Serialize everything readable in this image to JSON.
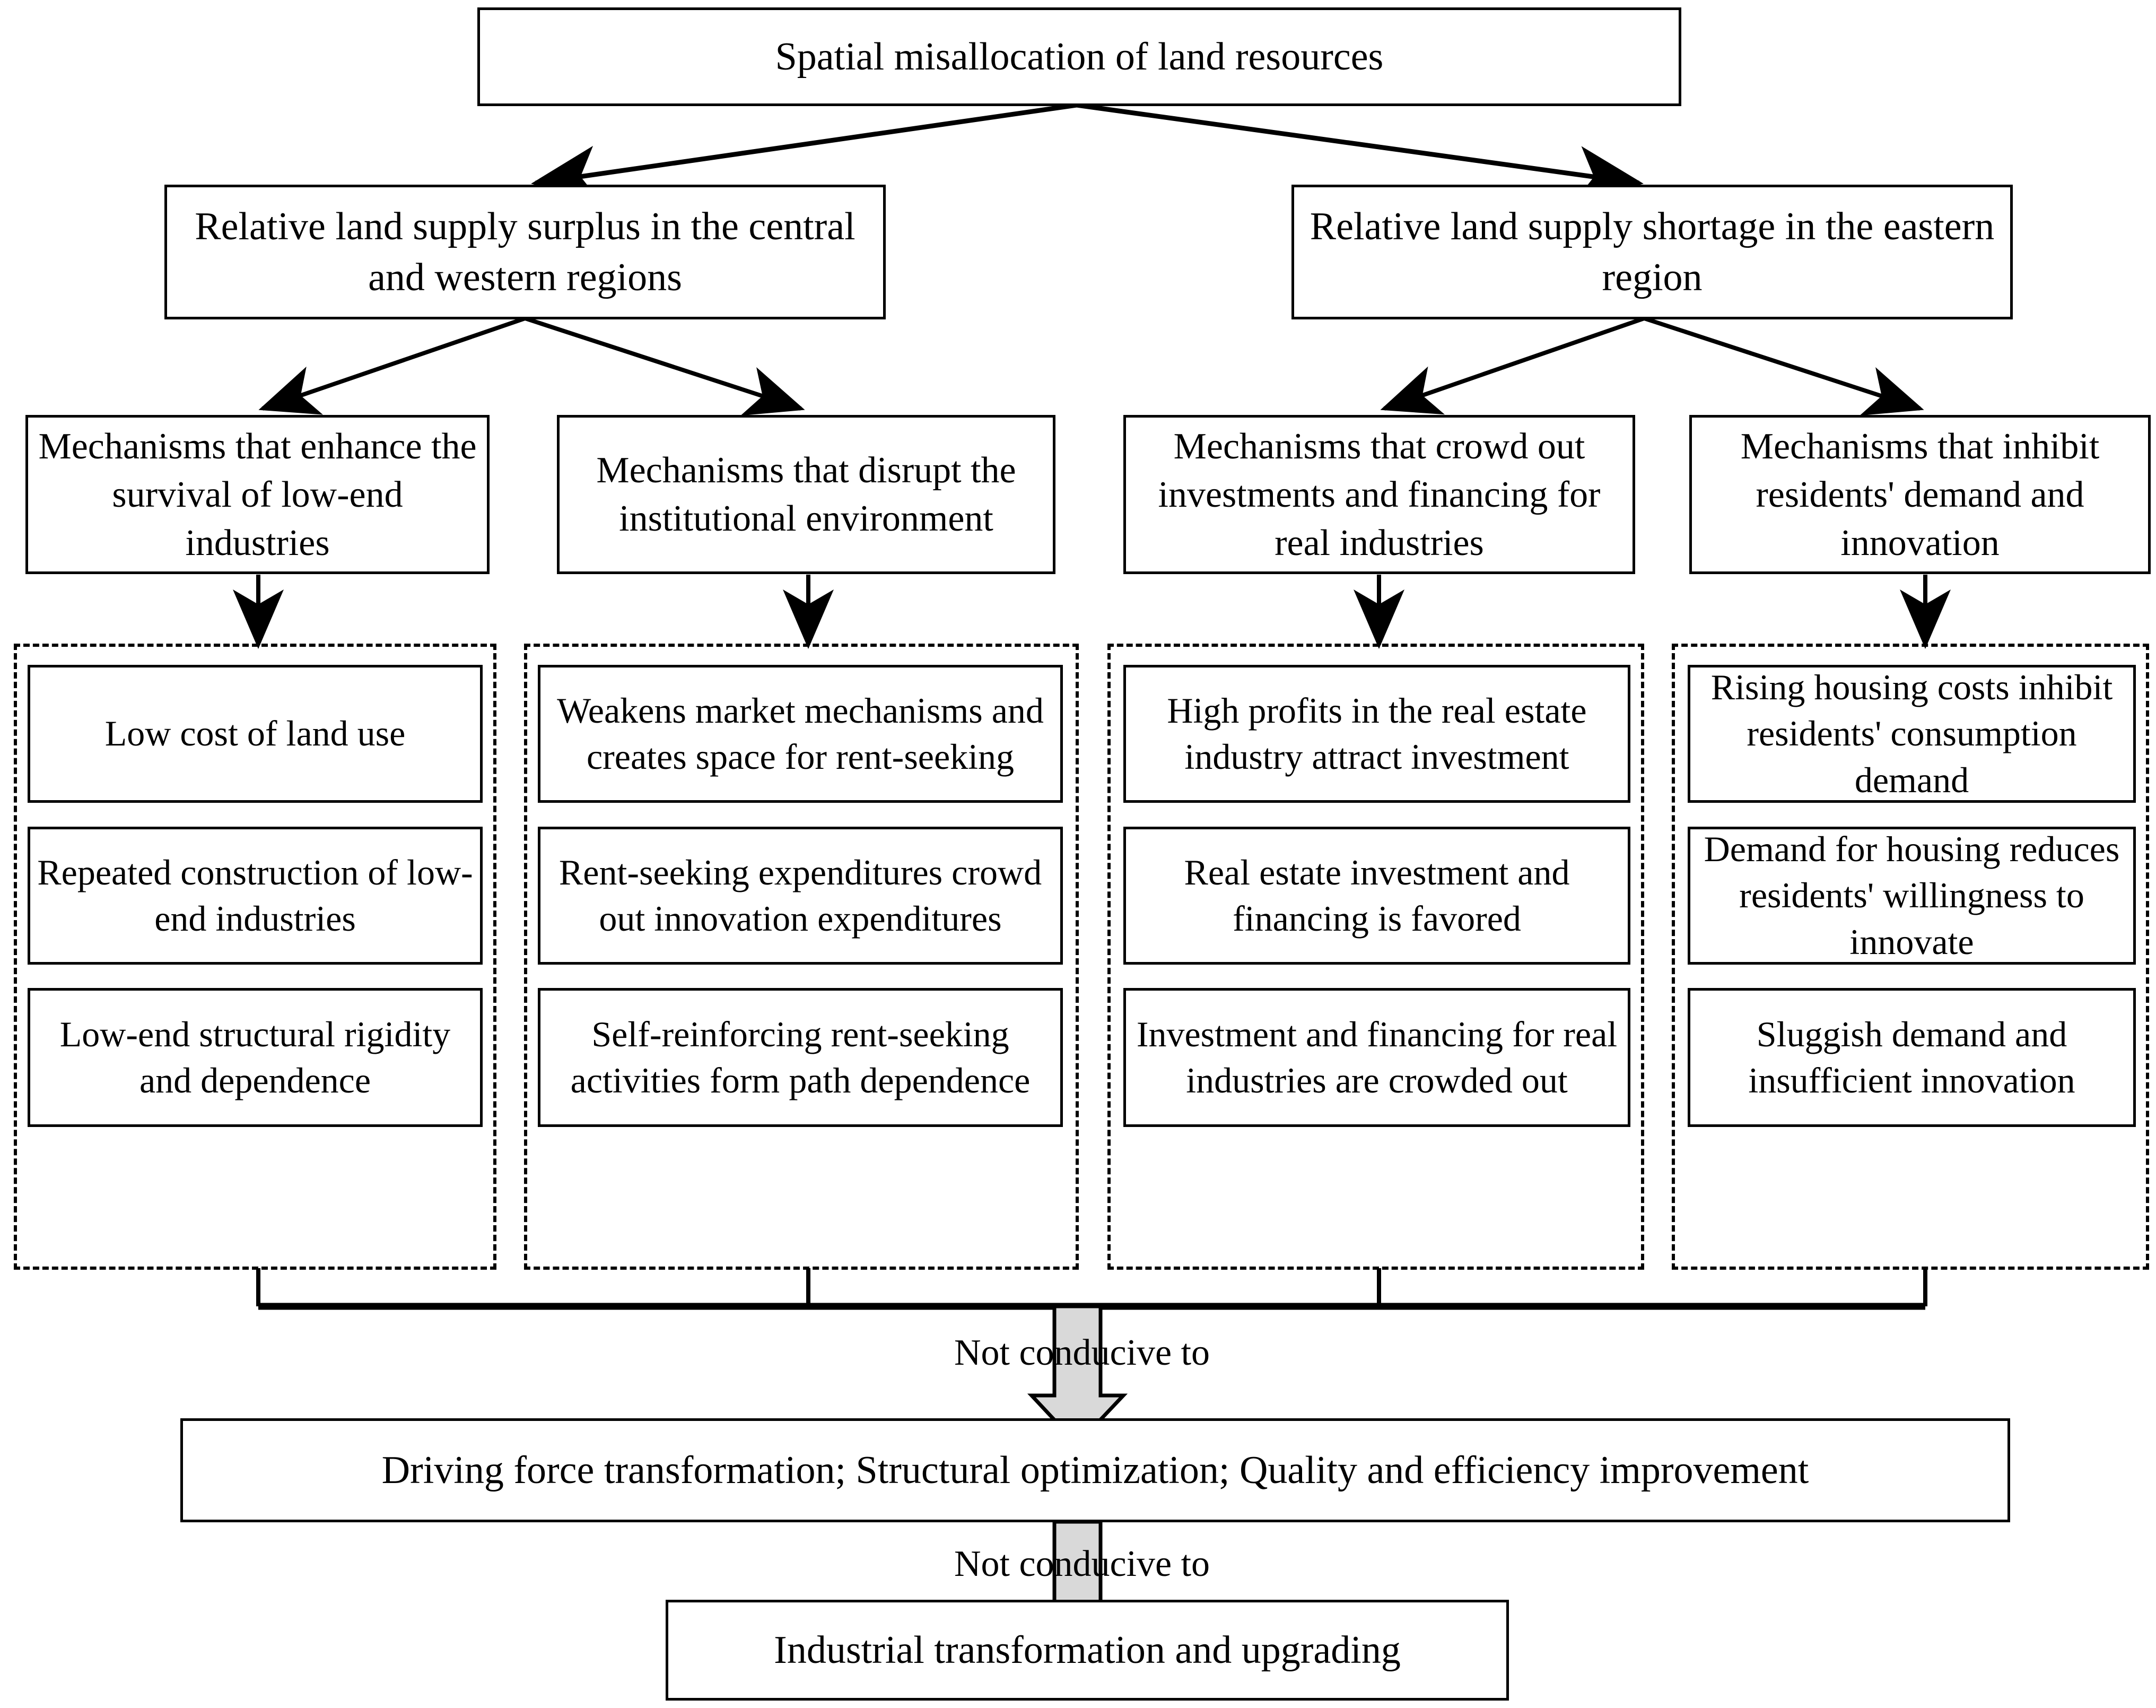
{
  "diagram": {
    "title_node": {
      "label": "Spatial misallocation of land resources"
    },
    "level2": [
      {
        "label": "Relative land supply surplus in the central and western regions"
      },
      {
        "label": "Relative land supply shortage in the eastern region"
      }
    ],
    "level3": [
      {
        "label": "Mechanisms that enhance the survival of low-end industries"
      },
      {
        "label": "Mechanisms that disrupt the institutional environment"
      },
      {
        "label": "Mechanisms that crowd out investments and financing for real industries"
      },
      {
        "label": "Mechanisms that inhibit residents' demand and innovation"
      }
    ],
    "groups": [
      {
        "items": [
          {
            "label": "Low cost of land use"
          },
          {
            "label": "Repeated construction of low-end industries"
          },
          {
            "label": "Low-end structural rigidity and dependence"
          }
        ]
      },
      {
        "items": [
          {
            "label": "Weakens market mechanisms and creates space for rent-seeking"
          },
          {
            "label": "Rent-seeking expenditures crowd out innovation expenditures"
          },
          {
            "label": "Self-reinforcing rent-seeking activities form path dependence"
          }
        ]
      },
      {
        "items": [
          {
            "label": "High profits in the real estate industry attract investment"
          },
          {
            "label": "Real estate investment and financing is favored"
          },
          {
            "label": "Investment and financing for real industries are crowded out"
          }
        ]
      },
      {
        "items": [
          {
            "label": "Rising housing costs inhibit residents' consumption demand"
          },
          {
            "label": "Demand for housing reduces residents' willingness to innovate"
          },
          {
            "label": "Sluggish demand and insufficient innovation"
          }
        ]
      }
    ],
    "edge_labels": {
      "first": "Not conducive to",
      "second": "Not conducive to"
    },
    "outcome_node": {
      "label": "Driving force transformation;  Structural optimization;  Quality and efficiency improvement"
    },
    "final_node": {
      "label": "Industrial transformation and upgrading"
    },
    "colors": {
      "stroke": "#000000",
      "background": "#ffffff",
      "block_arrow_fill": "#d9d9d9"
    }
  }
}
